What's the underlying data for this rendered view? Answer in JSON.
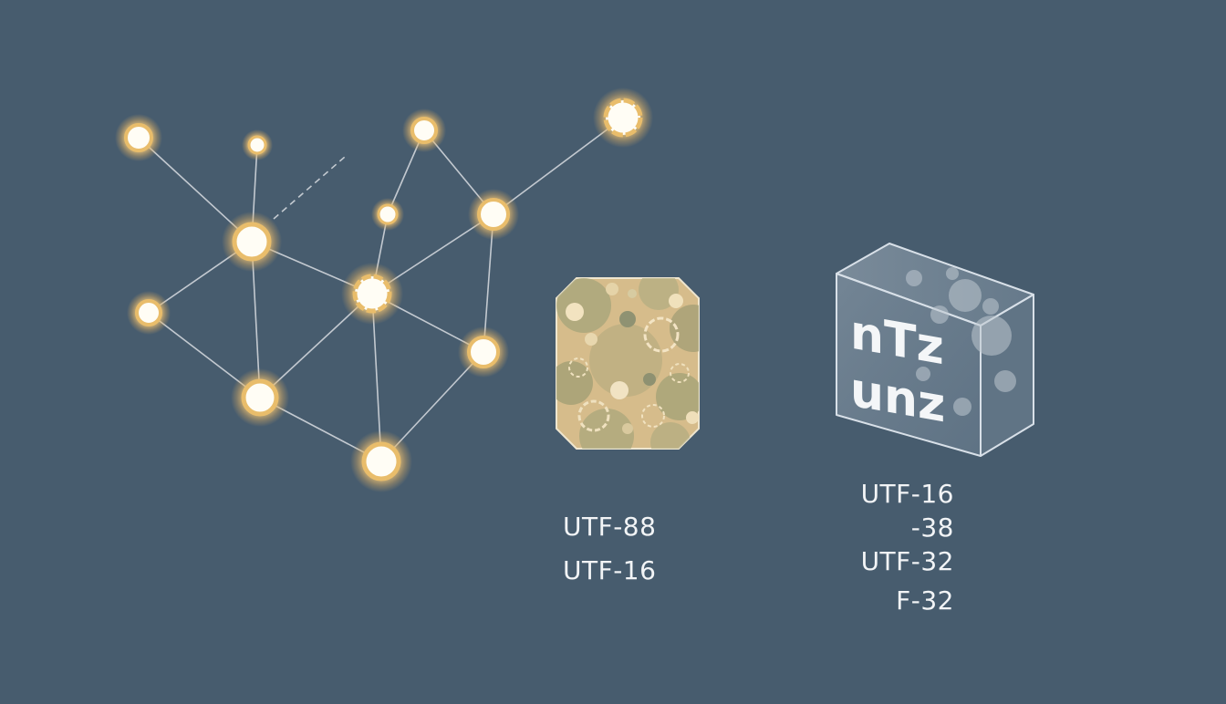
{
  "colors": {
    "background": "#475c6e",
    "node_glow": "#e9bd6b",
    "node_core": "#fffdf5",
    "edge": "#d9dde2",
    "tile_fill": "#d6bc8b",
    "tile_spot": "#a8a57a",
    "cube_edge": "#d8e0e8",
    "label_text": "#f2f4f6"
  },
  "icons": {
    "graph": "network-graph-icon",
    "tile": "patterned-tile-icon",
    "cube": "glass-cube-icon"
  },
  "cube_glyphs": {
    "line1": "nTz",
    "line2": "unz"
  },
  "left_labels": [
    "UTF-88",
    "UTF-16"
  ],
  "right_labels": [
    "UTF-16",
    "-38",
    "UTF-32",
    "F-32"
  ]
}
